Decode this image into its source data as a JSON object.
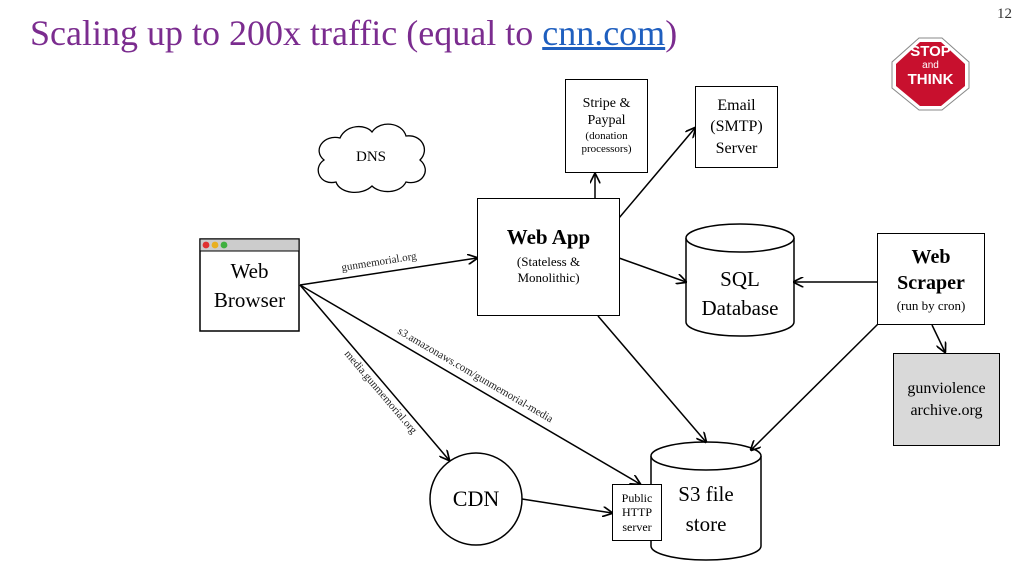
{
  "slide": {
    "title_prefix": "Scaling up to 200x traffic (equal to ",
    "title_link": "cnn.com",
    "title_suffix": ")",
    "page_number": "12"
  },
  "stop_sign": {
    "line1": "STOP",
    "line2": "and",
    "line3": "THINK",
    "color": "#c8102e"
  },
  "nodes": {
    "dns": "DNS",
    "web_browser": {
      "line1": "Web",
      "line2": "Browser"
    },
    "stripe": {
      "line1": "Stripe &",
      "line2": "Paypal",
      "line3": "(donation",
      "line4": "processors)"
    },
    "email": {
      "line1": "Email",
      "line2": "(SMTP)",
      "line3": "Server"
    },
    "web_app": {
      "title": "Web App",
      "sub1": "(Stateless &",
      "sub2": "Monolithic)"
    },
    "sql": {
      "line1": "SQL",
      "line2": "Database"
    },
    "scraper": {
      "line1": "Web",
      "line2": "Scraper",
      "line3": "(run by cron)"
    },
    "gunviolence": {
      "line1": "gunviolence",
      "line2": "archive.org"
    },
    "cdn": "CDN",
    "public_http": {
      "line1": "Public",
      "line2": "HTTP",
      "line3": "server"
    },
    "s3": {
      "line1": "S3 file",
      "line2": "store"
    }
  },
  "edge_labels": {
    "browser_to_app": "gunmemorial.org",
    "browser_to_s3": "s3.amazonaws.com/gunmemorial-media",
    "browser_to_cdn": "media.gunmemorial.org"
  },
  "colors": {
    "title": "#7b2c8f",
    "link": "#1f5fbf",
    "gray_box": "#d9d9d9"
  }
}
